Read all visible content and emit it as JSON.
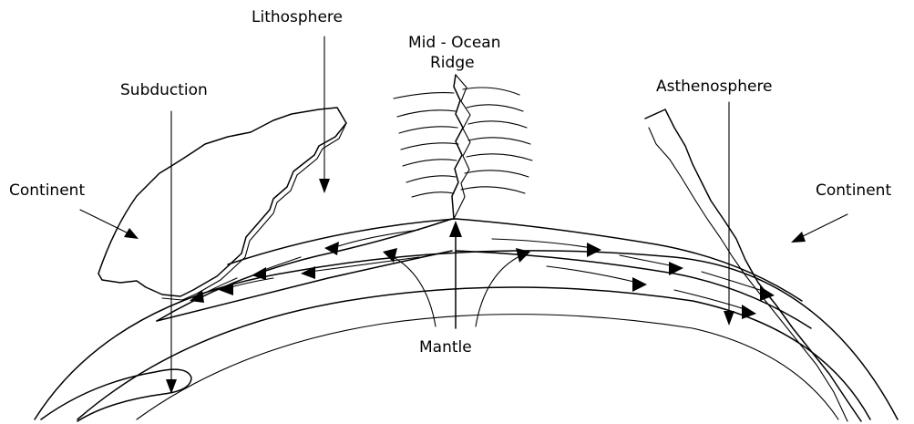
{
  "labels": {
    "lithosphere": "Lithosphere",
    "mid_ocean_ridge_line1": "Mid - Ocean",
    "mid_ocean_ridge_line2": "Ridge",
    "subduction": "Subduction",
    "asthenosphere": "Asthenosphere",
    "continent_left": "Continent",
    "continent_right": "Continent",
    "mantle": "Mantle"
  }
}
